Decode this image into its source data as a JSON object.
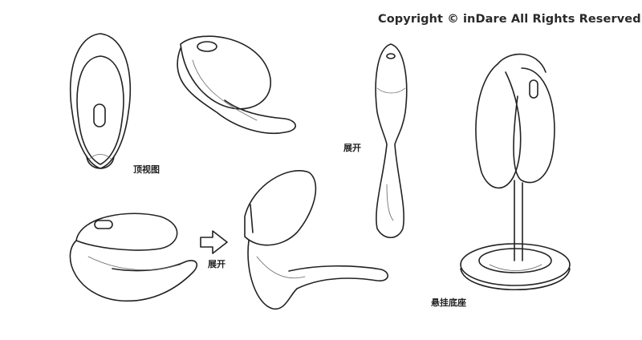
{
  "copyright": "Copyright © inDare All Rights Reserved",
  "labels": {
    "top_view": "顶视图",
    "unfold_1": "展开",
    "unfold_2": "展开",
    "hanging_base": "悬挂底座"
  }
}
